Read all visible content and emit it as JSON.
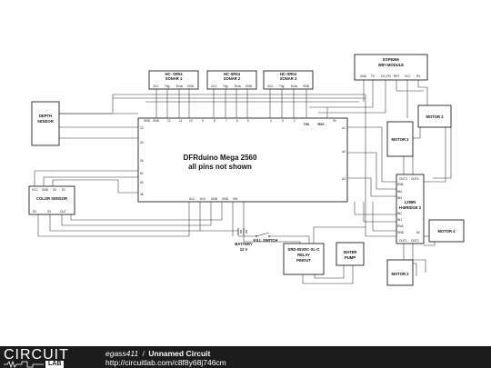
{
  "arduino": {
    "title": "DFRduino Mega 2560",
    "subtitle": "all pins not shown",
    "tx": "TX0",
    "rx": "RX0"
  },
  "sonars": [
    {
      "title": "HC- SR04",
      "name": "SONAR 1",
      "pins": [
        "VCC",
        "Trig",
        "Echo",
        "GND"
      ]
    },
    {
      "title": "HC-SR04",
      "name": "SONAR 2",
      "pins": [
        "VCC",
        "Trig",
        "Echo",
        "GND"
      ]
    },
    {
      "title": "HC-SR04",
      "name": "SONAR 3",
      "pins": [
        "VCC",
        "Trig",
        "Echo",
        "GND"
      ]
    }
  ],
  "wifi": {
    "title": "ESP8266",
    "name": "WIFI MODULE",
    "pins": [
      "GND",
      "TX",
      "CH_PD",
      "RST",
      "VCC",
      "RX"
    ]
  },
  "depth": {
    "line1": "DEPTH",
    "line2": "SENSOR"
  },
  "color": {
    "title": "COLOR SENSOR",
    "pins": [
      "VCC",
      "GND",
      "S0",
      "S1",
      "S2",
      "S3",
      "OUT"
    ]
  },
  "battery": {
    "line1": "BATTERY",
    "line2": "12 V"
  },
  "kill": "KILL SWITCH",
  "relay": {
    "line1": "SRD-05VDC-SL-C",
    "line2": "RELAY",
    "line3": "PINOUT"
  },
  "pump": {
    "line1": "WATER",
    "line2": "PUMP"
  },
  "hbridge": {
    "line1": "L298N",
    "line2": "H-BRIDGE 2",
    "pins": [
      "OUT3",
      "OUT4",
      "ENB",
      "IN4",
      "IN3",
      "IN2",
      "IN1",
      "ENA",
      "GND",
      "5V",
      "OUT1",
      "OUT2"
    ]
  },
  "motors": {
    "m3": "MOTOR 3",
    "m2a": "MOTOR 2",
    "m4": "MOTOR 4",
    "m2b": "MOTOR 2"
  },
  "footer": {
    "logo_word": "CIRCUIT",
    "logo_lab": "LAB",
    "user": "egass411",
    "separator": "/",
    "circuit_name": "Unnamed Circuit",
    "url": "http://circuitlab.com/c8f8y68j746cm"
  }
}
